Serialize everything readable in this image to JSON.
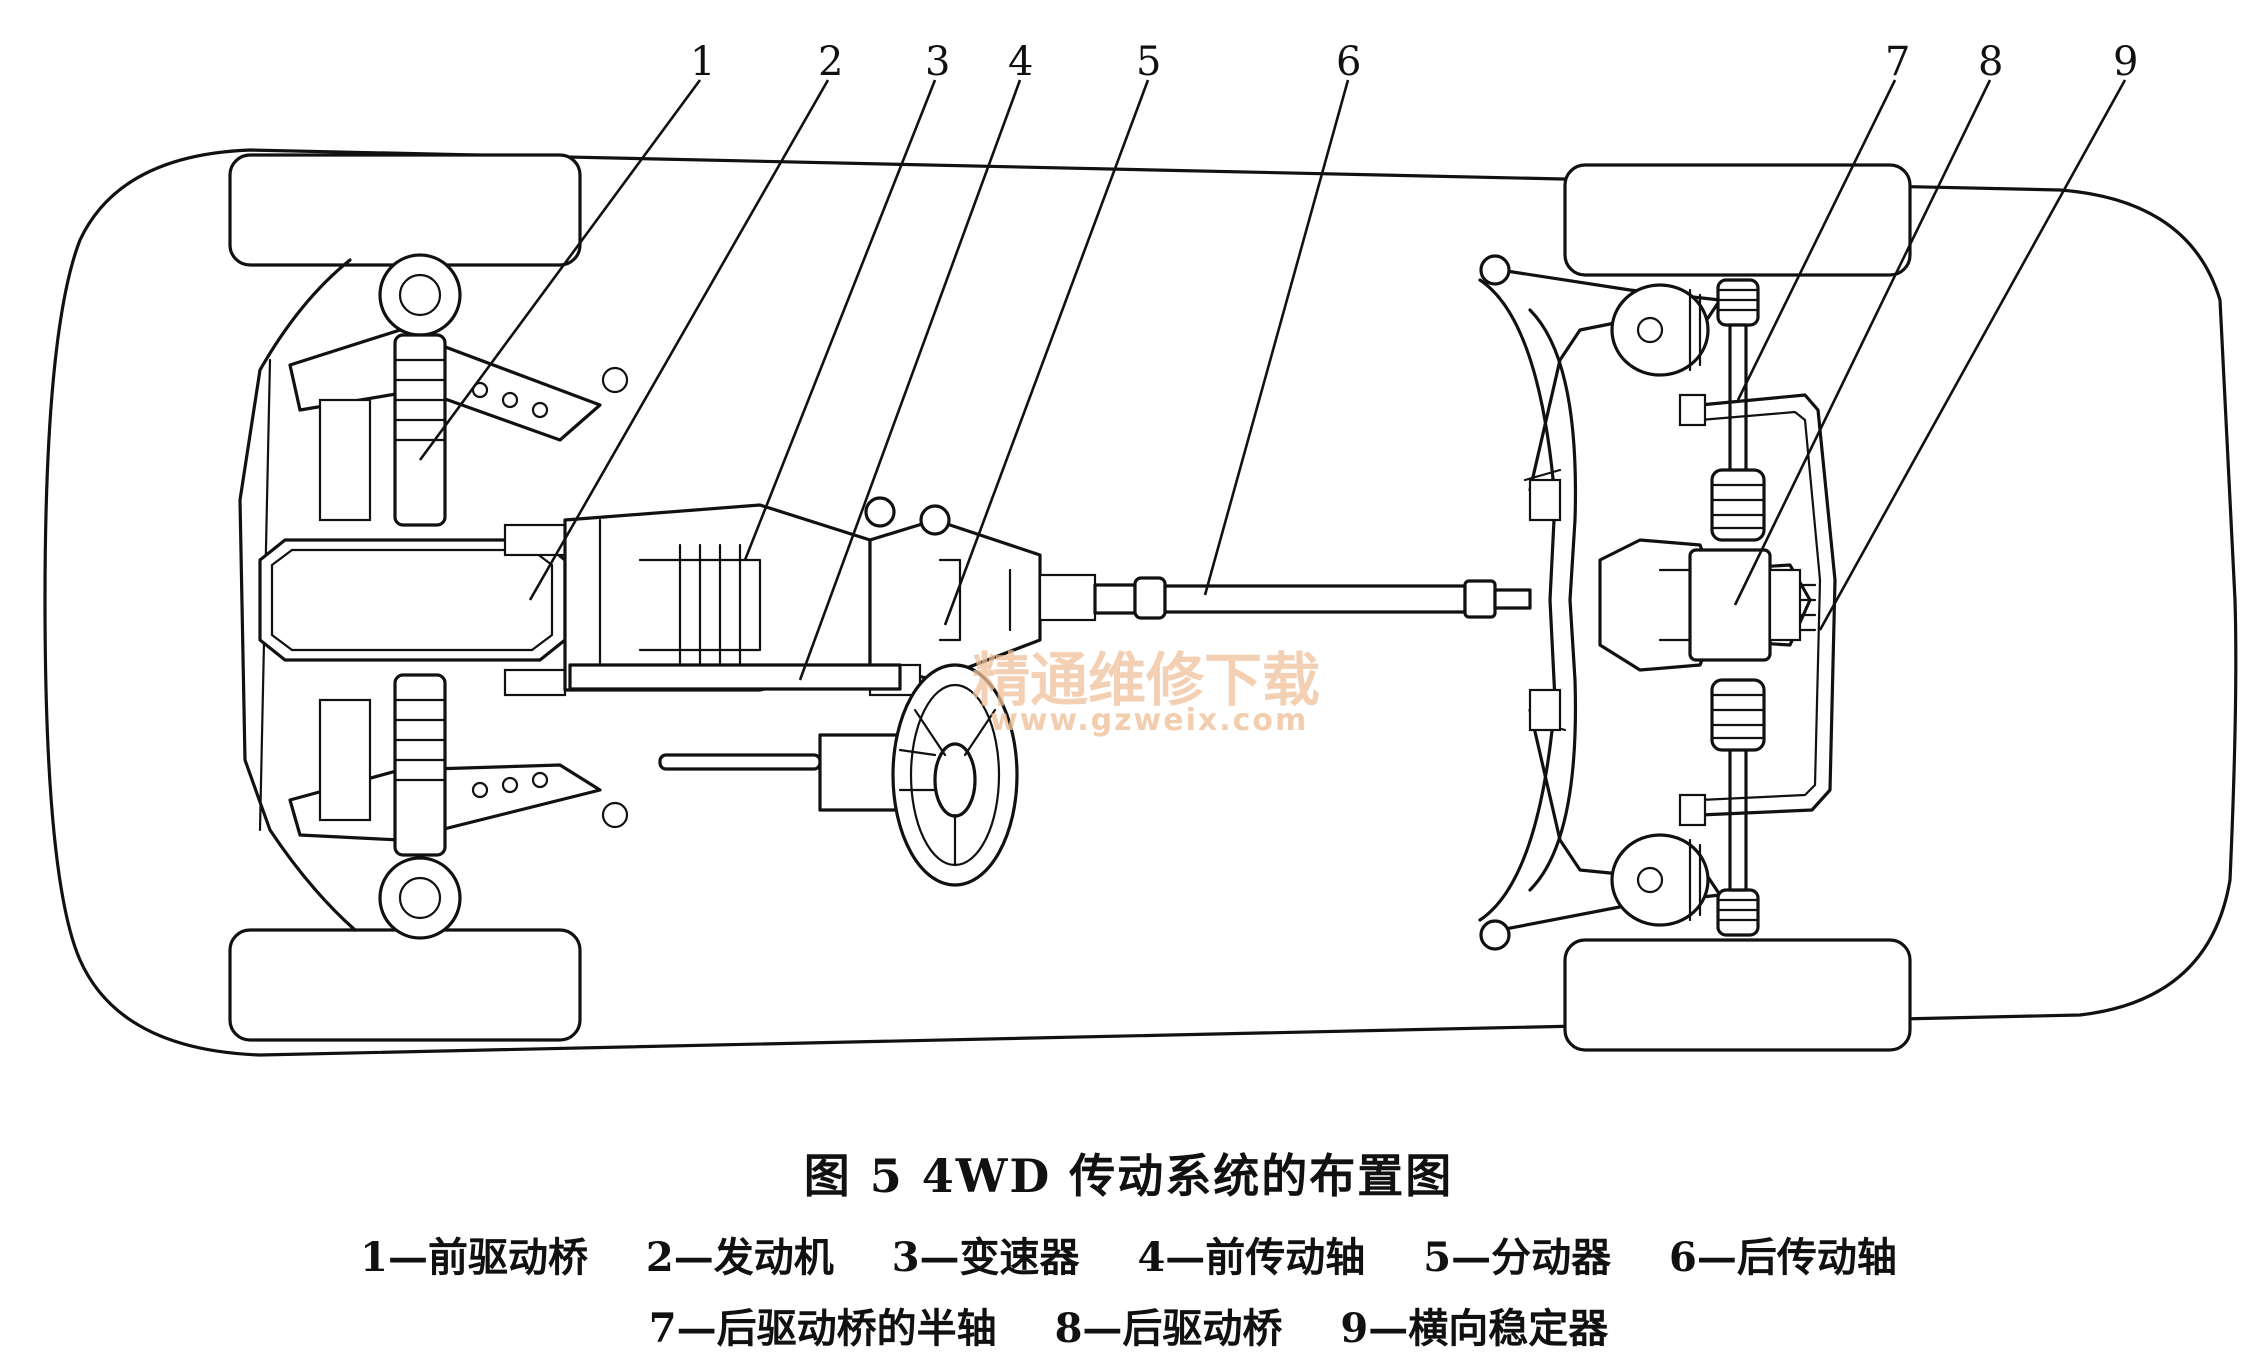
{
  "figure": {
    "title": "图 5   4WD 传动系统的布置图",
    "callouts": [
      "1",
      "2",
      "3",
      "4",
      "5",
      "6",
      "7",
      "8",
      "9"
    ],
    "legend_row_1": [
      "1—前驱动桥",
      "2—发动机",
      "3—变速器",
      "4—前传动轴",
      "5—分动器",
      "6—后传动轴"
    ],
    "legend_row_2": [
      "7—后驱动桥的半轴",
      "8—后驱动桥",
      "9—横向稳定器"
    ]
  },
  "watermark": {
    "line1": "精通维修下载",
    "line2": "www.gzweix.com",
    "color": "#f0c19a"
  }
}
